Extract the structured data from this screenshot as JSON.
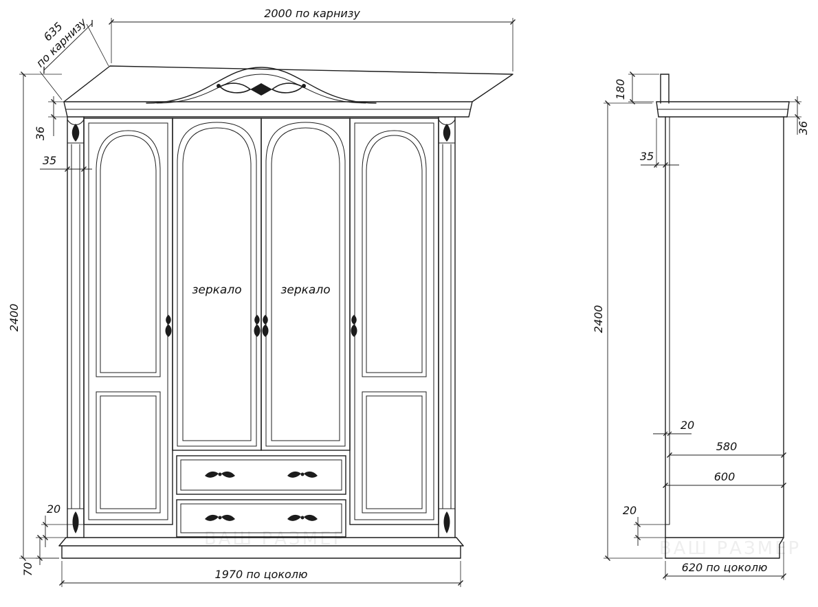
{
  "drawing": {
    "watermark": "ВАШ РАЗМЕР",
    "front": {
      "dim_top_width": "2000 по карнизу",
      "dim_top_depth_value": "635",
      "dim_top_depth_unit": "по карнизу",
      "dim_height": "2400",
      "dim_cornice_height": "36",
      "dim_pilaster_width": "35",
      "dim_bottom_gap": "20",
      "dim_plinth_height": "70",
      "dim_base_width": "1970 по цоколю",
      "mirror_label": "зеркало"
    },
    "side": {
      "dim_crown_height": "180",
      "dim_cornice_height": "36",
      "dim_cornice_overhang": "35",
      "dim_height": "2400",
      "dim_panel_thickness": "20",
      "dim_inner_depth": "580",
      "dim_outer_depth": "600",
      "dim_bottom_gap": "20",
      "dim_base_depth": "620 по цоколю"
    }
  }
}
